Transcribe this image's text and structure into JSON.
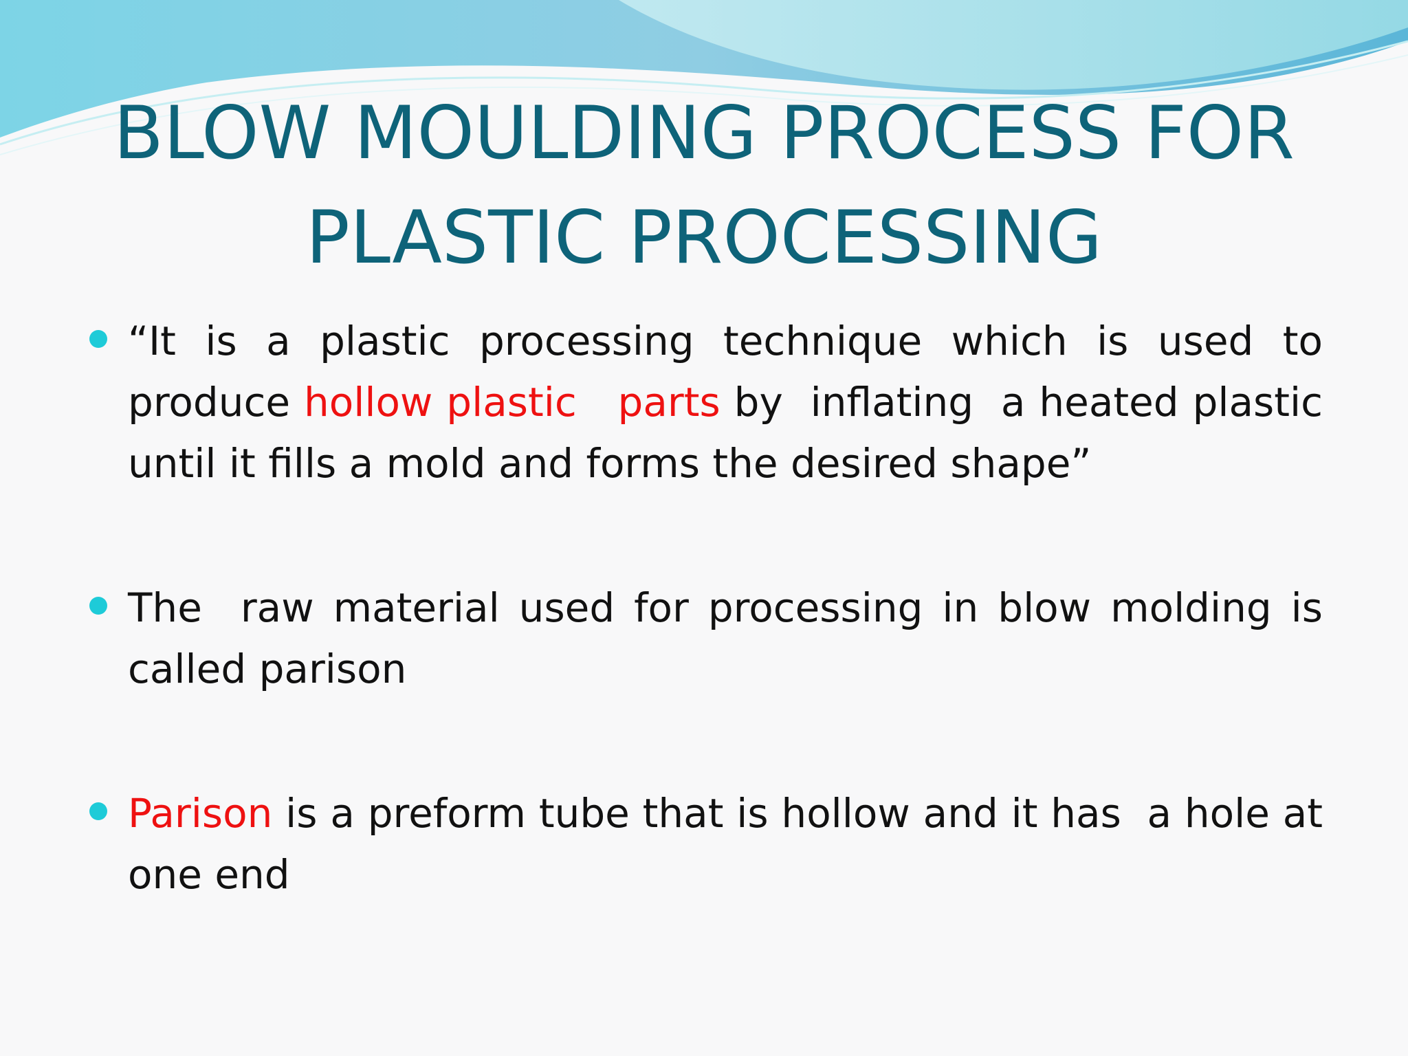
{
  "slide": {
    "title_line1": "BLOW MOULDING PROCESS FOR",
    "title_line2": "PLASTIC PROCESSING",
    "bullets": [
      {
        "pre": "“It is a plastic processing technique which is used to produce ",
        "highlight": "hollow plastic   parts",
        "post": " by  inflating  a heated plastic until it fills a mold and forms the desired shape”"
      },
      {
        "pre": "The  raw material used for processing in blow molding is called parison",
        "highlight": "",
        "post": ""
      },
      {
        "pre": "",
        "highlight": "Parison",
        "post": " is a preform tube that is hollow and it has  a hole at one end"
      }
    ]
  },
  "colors": {
    "title": "#0e6379",
    "highlight": "#ee1111",
    "bullet_dot": "#1ecbd8",
    "wave_dark": "#5fb8d6",
    "wave_light": "#a6e1ea"
  }
}
